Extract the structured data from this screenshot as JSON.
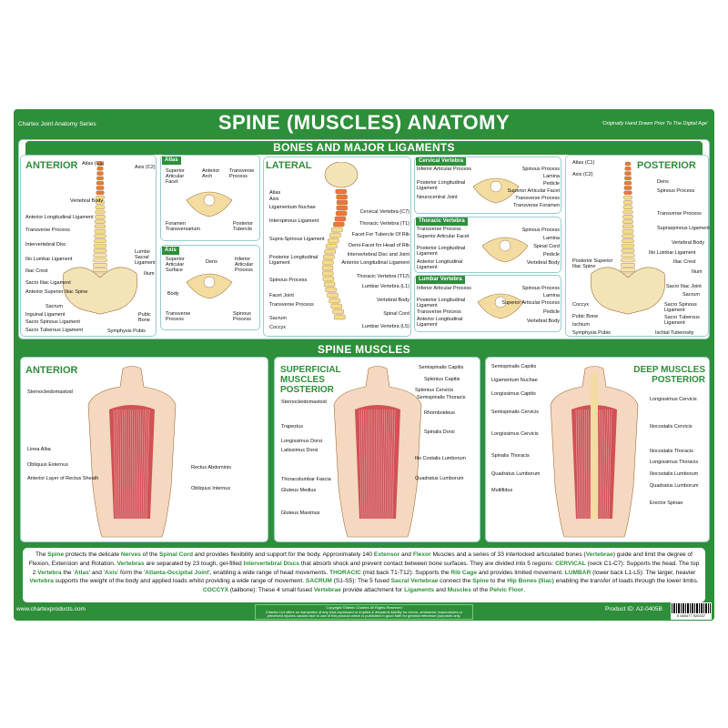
{
  "header": {
    "series": "Chartex Joint Anatomy Series",
    "title": "SPINE (MUSCLES) ANATOMY",
    "tagline": "'Originally Hand Drawn Prior To The Digital Age'"
  },
  "colors": {
    "brand_green": "#2e8f3a",
    "cervical": "#e8793a",
    "thoracic": "#f3dc8c",
    "muscle": "#c8303a"
  },
  "bones": {
    "section_title": "BONES AND MAJOR LIGAMENTS",
    "anterior": {
      "title": "ANTERIOR",
      "labels": [
        "Atlas (C1)",
        "Axis (C2)",
        "Vertebral Body",
        "Anterior Longitudinal Ligament",
        "Transverse Process",
        "Intervertebral Disc",
        "Ilio Lumbar Ligament",
        "Iliac Crest",
        "Sacro Iliac Ligament",
        "Anterior Superior Iliac Spine",
        "Lumbo Sacral Ligament",
        "Ilium",
        "Sacrum",
        "Inguinal Ligament",
        "Sacro Spinous Ligament",
        "Sacro Tuberous Ligament",
        "Pubic Bone",
        "Symphysis Pubis"
      ]
    },
    "atlas": {
      "title": "Atlas",
      "labels": [
        "Superior Articular Facet",
        "Anterior Arch",
        "Transverse Process",
        "Foramen Transversarium",
        "Posterior Tubercle"
      ]
    },
    "axis": {
      "title": "Axis",
      "labels": [
        "Superior Articular Surface",
        "Dens",
        "Inferior Articular Process",
        "Body",
        "Transverse Process",
        "Spinous Process"
      ]
    },
    "lateral": {
      "title": "LATERAL",
      "labels": [
        "Atlas",
        "Axis",
        "Ligamentum Nuchae",
        "Interspinous Ligament",
        "Supra-Spinous Ligament",
        "Posterior Longitudinal Ligament",
        "Spinous Process",
        "Facet Joint",
        "Transverse Process",
        "Sacrum",
        "Coccyx",
        "Cervical Vertebra (C7)",
        "Thoracic Vertebra (T1)",
        "Facet For Tubercle Of Rib",
        "Demi-Facet for Head of Rib",
        "Intervertebral Disc and Joint",
        "Anterior Longitudinal Ligament",
        "Thoracic Vertebra (T12)",
        "Lumbar Vertebra (L1)",
        "Vertebral Body",
        "Spinal Cord",
        "Lumbar Vertebra (L5)"
      ]
    },
    "cervical": {
      "title": "Cervical Vertebra",
      "labels": [
        "Inferior Articular Process",
        "Posterior Longitudinal Ligament",
        "Neurocentral Joint",
        "Spinous Process",
        "Lamina",
        "Pedicle",
        "Superior Articular Facet",
        "Transverse Process",
        "Transverse Foramen"
      ]
    },
    "thoracic": {
      "title": "Thoracic Vertebra",
      "labels": [
        "Transverse Process",
        "Superior Articular Facet",
        "Posterior Longitudinal Ligament",
        "Anterior Longitudinal Ligament",
        "Spinous Process",
        "Lamina",
        "Spinal Cord",
        "Pedicle",
        "Vertebral Body"
      ]
    },
    "lumbar": {
      "title": "Lumbar Vertebra",
      "labels": [
        "Inferior Articular Process",
        "Posterior Longitudinal Ligament",
        "Transverse Process",
        "Vertebral Body",
        "Anterior Longitudinal Ligament",
        "Spinous Process",
        "Lamina",
        "Superior Articular Process",
        "Pedicle"
      ]
    },
    "posterior": {
      "title": "POSTERIOR",
      "labels": [
        "Atlas (C1)",
        "Axis (C2)",
        "Posterior Superior Iliac Spine",
        "Coccyx",
        "Pubic Bone",
        "Ischium",
        "Symphysis Pubis",
        "Dens",
        "Spinous Process",
        "Transverse Process",
        "Supraspinous Ligament",
        "Vertebral Body",
        "Ilio Lumbar Ligament",
        "Iliac Crest",
        "Ilium",
        "Sacro Iliac Joint",
        "Sacrum",
        "Sacro Spinous Ligament",
        "Sacro Tuberous Ligament",
        "Ischial Tuberosity"
      ]
    }
  },
  "muscles": {
    "section_title": "SPINE MUSCLES",
    "anterior": {
      "title": "ANTERIOR",
      "labels": [
        "Sternocleidomastoid",
        "Linea Alba",
        "Obliquus Externus",
        "Anterior Layer of Rectus Sheath",
        "Rectus Abdominis",
        "Obliquus Internus"
      ]
    },
    "superficial": {
      "title": "SUPERFICIAL MUSCLES POSTERIOR",
      "labels": [
        "Sternocleidomastoid",
        "Trapezius",
        "Longissimus Dorsi",
        "Latissimus Dorsi",
        "Thoracolumbar Fascia",
        "Gluteus Medius",
        "Gluteus Maximus",
        "Semispinalis Capitis",
        "Splenius Capitis",
        "Splenius Cervicis",
        "Semispinalis Thoracis",
        "Rhomboideus",
        "Spinalis Dorsi",
        "Ilio Costalis Lumborum",
        "Quadratus Lumborum"
      ]
    },
    "deep": {
      "title": "DEEP MUSCLES POSTERIOR",
      "labels": [
        "Semispinalis Capitis",
        "Ligamentum Nuchae",
        "Longissimus Capitis",
        "Semispinalis Cervicis",
        "Longissimus Cervicis",
        "Spinalis Thoracis",
        "Quadratus Lumborum",
        "Multifidus",
        "Longissimus Cervicis",
        "Iliocostalis Cervicis",
        "Iliocostalis Thoracis",
        "Longissimus Thoracis",
        "Iliocostalis Lumborum",
        "Quadratus Lumborum",
        "Erector Spinae"
      ]
    }
  },
  "description": [
    {
      "t": "The "
    },
    {
      "t": "Spine",
      "hl": 1
    },
    {
      "t": " protects the delicate "
    },
    {
      "t": "Nerves",
      "hl": 1
    },
    {
      "t": " of the "
    },
    {
      "t": "Spinal Cord",
      "hl": 1
    },
    {
      "t": " and provides flexibility and support for the body. Approximately 140 "
    },
    {
      "t": "Extensor",
      "hl": 1
    },
    {
      "t": " and "
    },
    {
      "t": "Flexor",
      "hl": 1
    },
    {
      "t": " Muscles and a series of 33 interlocked articulated bones ("
    },
    {
      "t": "Vertebrae",
      "hl": 1
    },
    {
      "t": ") guide and limit the degree of Flexion, Extension and Rotation. "
    },
    {
      "t": "Vertebras",
      "hl": 1
    },
    {
      "t": " are separated by 23 tough, gel-filled "
    },
    {
      "t": "Intervertebral Discs",
      "hl": 1
    },
    {
      "t": " that absorb shock and prevent contact between bone surfaces. They are divided into 5 regions: "
    },
    {
      "t": "CERVICAL",
      "hl": 1
    },
    {
      "t": " (neck C1-C7): Supports the head. The top 2 "
    },
    {
      "t": "Vertebra",
      "hl": 1
    },
    {
      "t": " the '"
    },
    {
      "t": "Atlas",
      "hl": 1
    },
    {
      "t": "' and '"
    },
    {
      "t": "Axis",
      "hl": 1
    },
    {
      "t": "' form the '"
    },
    {
      "t": "Atlanta-Occipital Joint",
      "hl": 1
    },
    {
      "t": "', enabling a wide range of head movements. "
    },
    {
      "t": "THORACIC",
      "hl": 1
    },
    {
      "t": " (mid back T1-T12): Supports the "
    },
    {
      "t": "Rib Cage",
      "hl": 1
    },
    {
      "t": " and provides limited movement. "
    },
    {
      "t": "LUMBAR",
      "hl": 1
    },
    {
      "t": " (lower back L1-L5): The larger, heavier "
    },
    {
      "t": "Vertebra",
      "hl": 1
    },
    {
      "t": " supports the weight of the body and applied loads whilst providing a wide range of movement. "
    },
    {
      "t": "SACRUM",
      "hl": 1
    },
    {
      "t": " (S1-S5): The 5 fused "
    },
    {
      "t": "Sacral Vertebrae",
      "hl": 1
    },
    {
      "t": " connect the "
    },
    {
      "t": "Spine",
      "hl": 1
    },
    {
      "t": " to the "
    },
    {
      "t": "Hip Bones (Iliac)",
      "hl": 1
    },
    {
      "t": " enabling the transfer of loads through the lower limbs. "
    },
    {
      "t": "COCCYX",
      "hl": 1
    },
    {
      "t": " (tailbone): These 4 small fused "
    },
    {
      "t": "Vertebrae",
      "hl": 1
    },
    {
      "t": " provide attachment for "
    },
    {
      "t": "Ligaments",
      "hl": 1
    },
    {
      "t": " and "
    },
    {
      "t": "Muscles",
      "hl": 1
    },
    {
      "t": " of the "
    },
    {
      "t": "Pelvic Floor",
      "hl": 1
    },
    {
      "t": "."
    }
  ],
  "footer": {
    "website": "www.chartexproducts.com",
    "copyright": "Copyright ©Meirin Chartex All Rights Reserved",
    "disclaimer": "Chartex Ltd offers no warranties of any kind expressed or implied & disclaims liability for errors, omissions, inaccuracies or perceived injuries caused due to use of this product which is published in good faith for general reference purposes only.",
    "product_id": "Product ID: A2-0405B",
    "barcode_number": "5 060477 920337"
  }
}
